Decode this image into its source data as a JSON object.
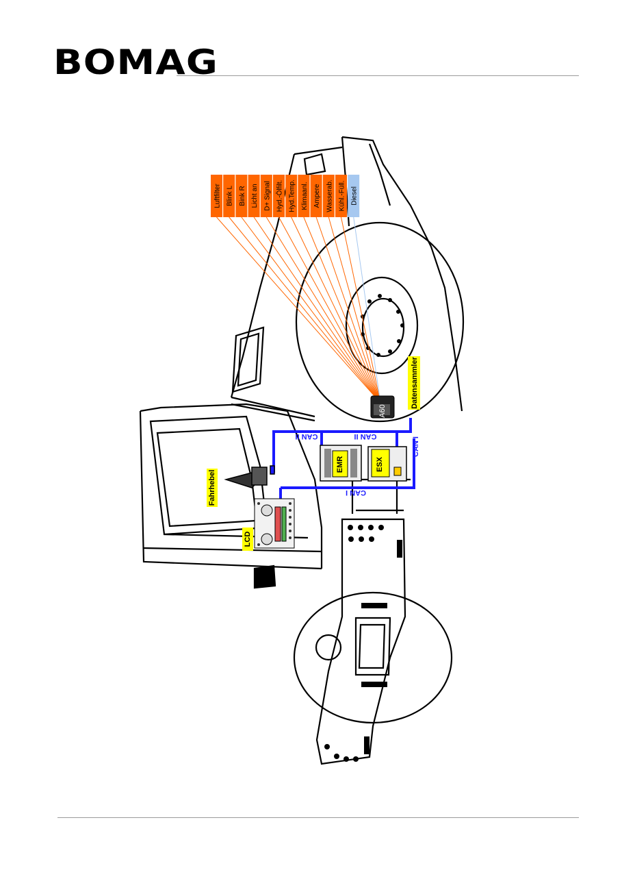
{
  "header": {
    "logo_text": "BOMAG"
  },
  "diagram": {
    "sensor_tags": [
      {
        "label": "Luftfilter",
        "color": "#ff6600"
      },
      {
        "label": "Blink L",
        "color": "#ff6600"
      },
      {
        "label": "Bink R",
        "color": "#ff6600"
      },
      {
        "label": "Licht an",
        "color": "#ff6600"
      },
      {
        "label": "D+ Signal",
        "color": "#ff6600"
      },
      {
        "label": "Hyd.-Ölfilt.",
        "color": "#ff6600"
      },
      {
        "label": "Hyd.Temp.",
        "color": "#ff6600"
      },
      {
        "label": "Klimaanl.",
        "color": "#ff6600"
      },
      {
        "label": "Ampere",
        "color": "#ff6600"
      },
      {
        "label": "Wasserab.",
        "color": "#ff6600"
      },
      {
        "label": "Kühl.-Füll.",
        "color": "#ff6600"
      },
      {
        "label": "Diesel",
        "color": "#a6c8f0"
      }
    ],
    "labels": {
      "datensammler": "Datensammler",
      "a60": "A60",
      "emr": "EMR",
      "esx": "ESX",
      "fahrhebel": "Fahrhebel",
      "lcd": "LCD",
      "can_ii_left": "CAN II",
      "can_ii_right": "CAN II",
      "can_i_vertical": "CAN I",
      "can_i_bottom": "CAN I"
    },
    "colors": {
      "can_bus": "#1a1aff",
      "highlight": "#ffff00",
      "sensor": "#ff6600",
      "diesel": "#a6c8f0"
    }
  }
}
